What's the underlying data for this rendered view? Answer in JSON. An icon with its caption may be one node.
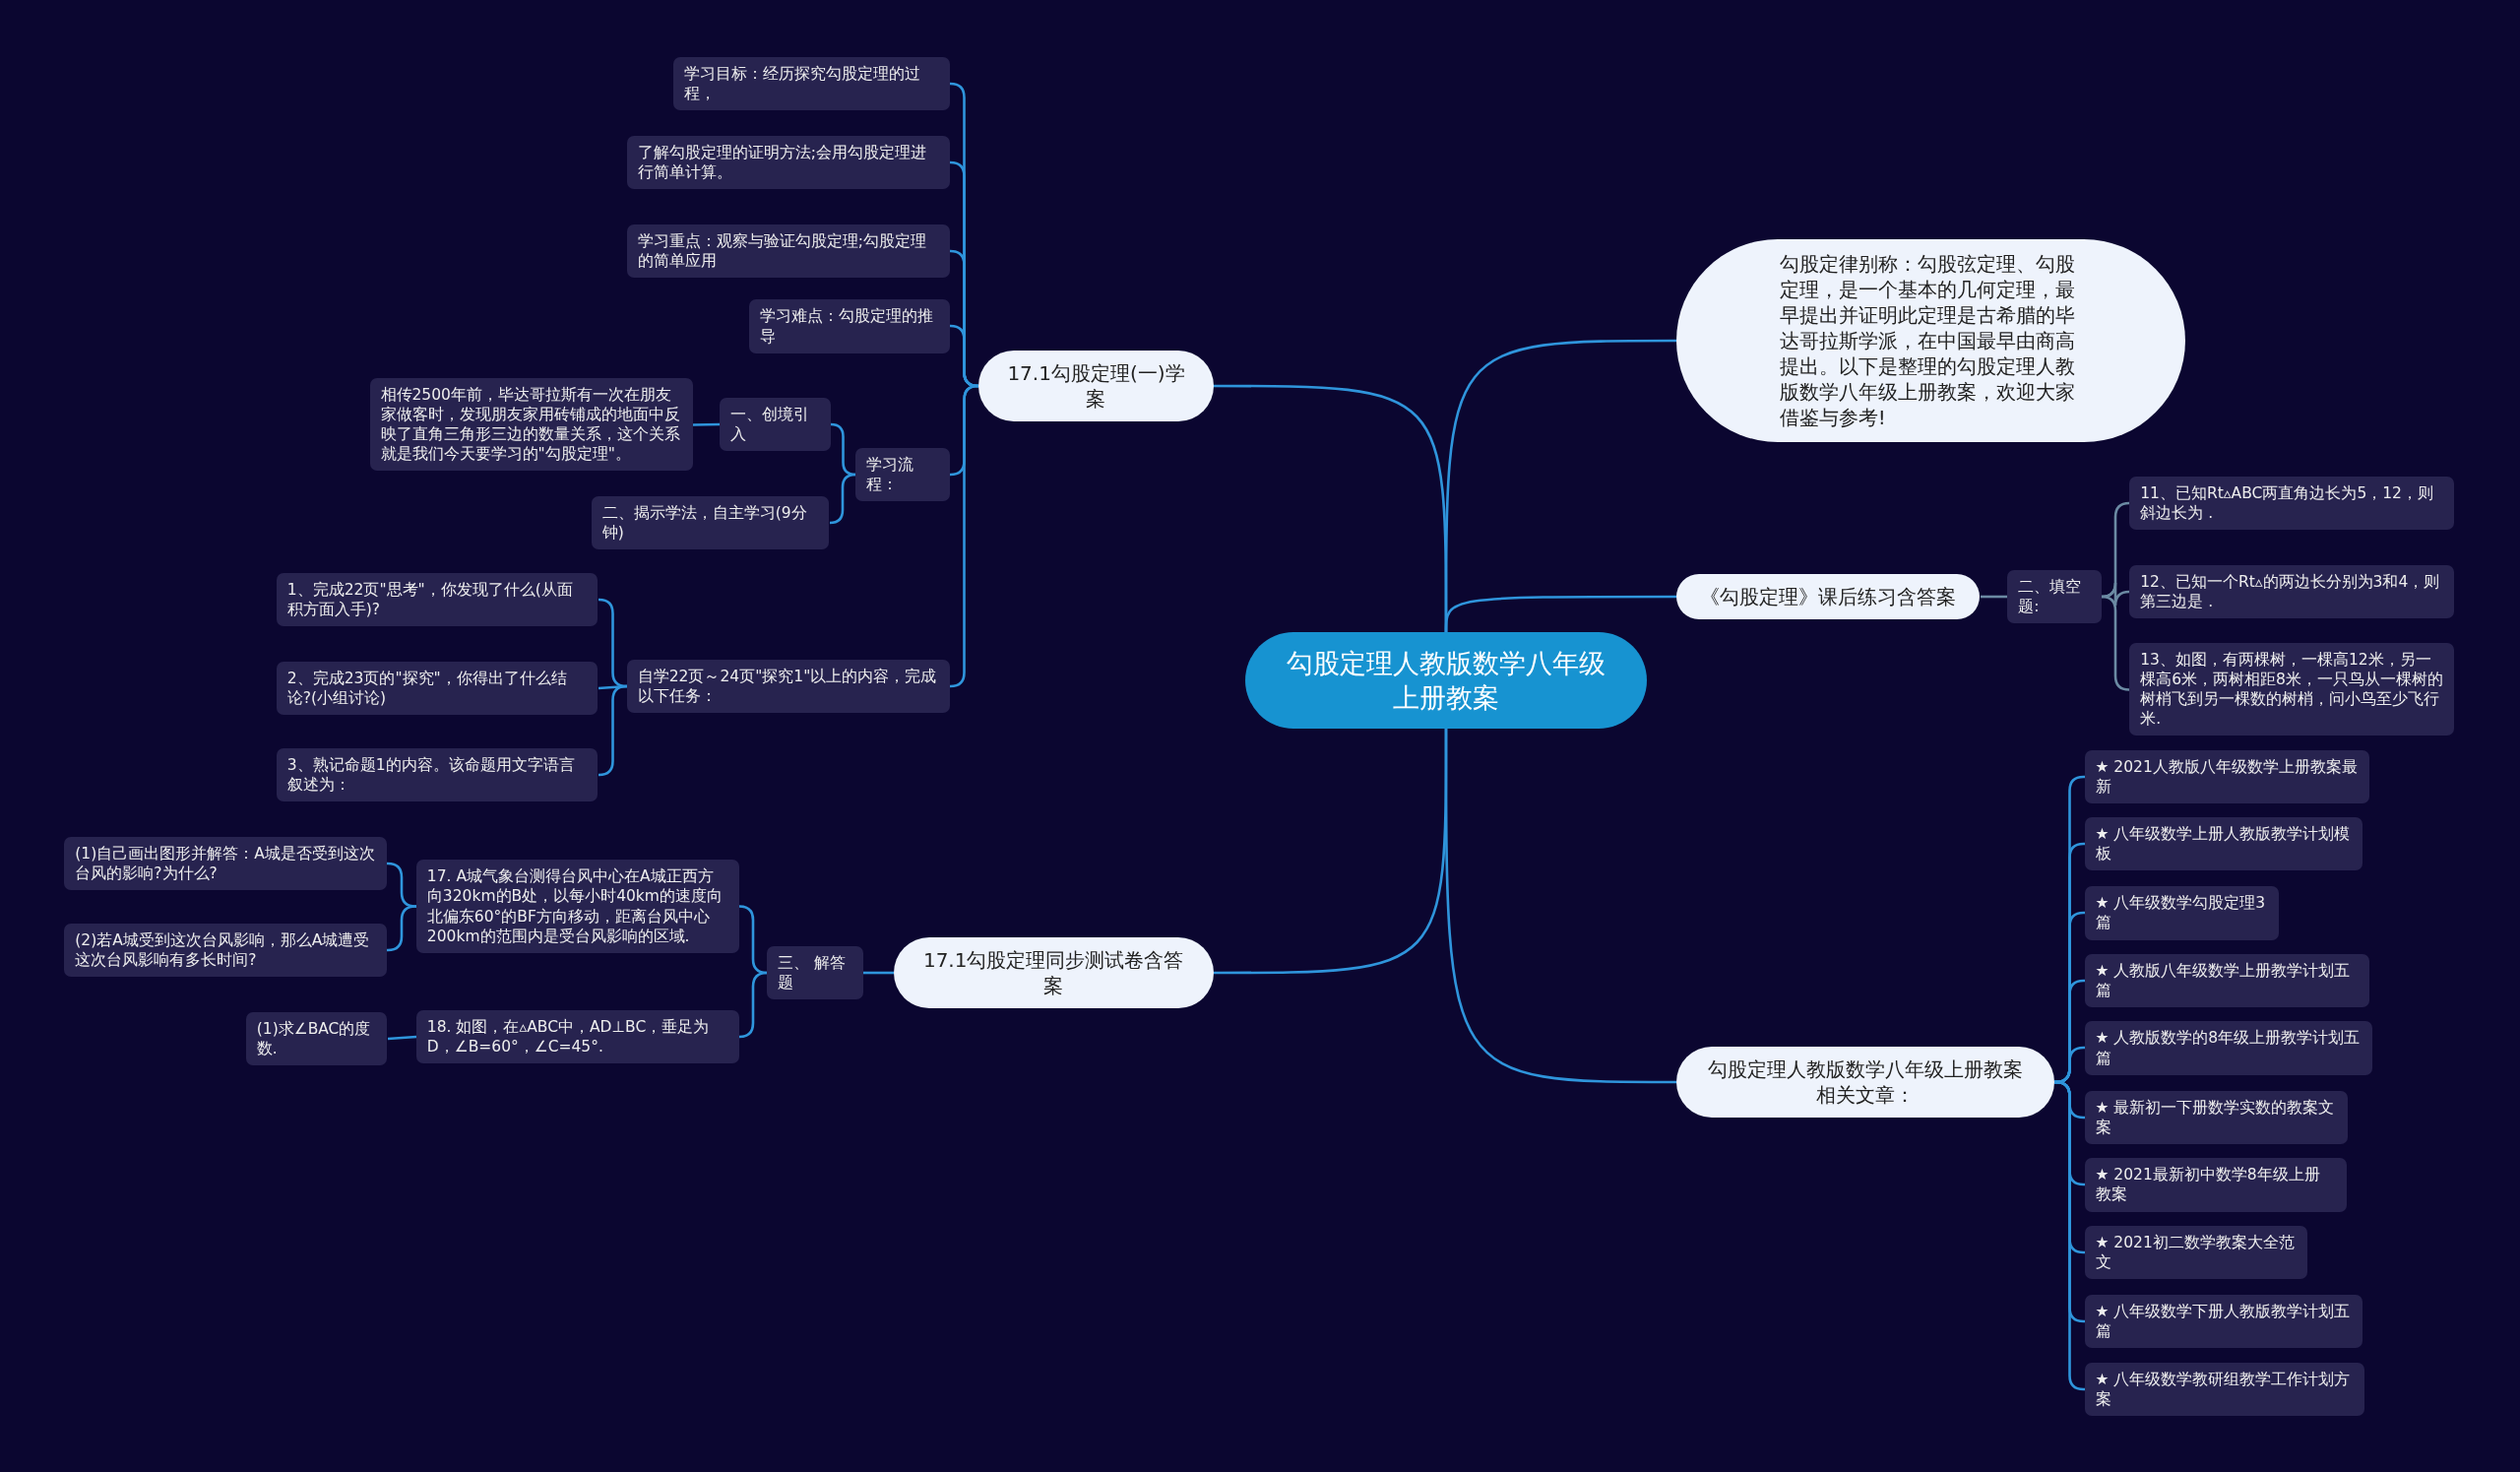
{
  "diagram": {
    "nodes": [
      {
        "text": [
          "勾股定理人教版数学八年级上册教案"
        ]
      },
      {
        "text": [
          "17.1勾股定理(一)学案"
        ]
      },
      {
        "text": [
          "学习目标：经历探究勾股定理的过程，"
        ]
      },
      {
        "text": [
          "了解勾股定理的证明方法;会用勾股定理进行简单计算。"
        ]
      },
      {
        "text": [
          "学习重点：观察与验证勾股定理;勾股定理的简单应用"
        ]
      },
      {
        "text": [
          "学习难点：勾股定理的推导"
        ]
      },
      {
        "text": [
          "学习流程："
        ]
      },
      {
        "text": [
          "一、创境引入"
        ]
      },
      {
        "text": [
          "相传2500年前，毕达哥拉斯有一次在朋友家做客时，发现朋友家用砖铺成的地面中反映了直角三角形三边的数量关系，这个关系就是我们今天要学习的\"勾股定理\"。"
        ]
      },
      {
        "text": [
          "二、揭示学法，自主学习(9分钟)"
        ]
      },
      {
        "text": [
          "自学22页～24页\"探究1\"以上的内容，完成以下任务："
        ]
      },
      {
        "text": [
          "1、完成22页\"思考\"，你发现了什么(从面积方面入手)?"
        ]
      },
      {
        "text": [
          "2、完成23页的\"探究\"，你得出了什么结论?(小组讨论)"
        ]
      },
      {
        "text": [
          "3、熟记命题1的内容。该命题用文字语言叙述为："
        ]
      },
      {
        "text": [
          "17.1勾股定理同步测试卷含答案"
        ]
      },
      {
        "text": [
          "三、 解答题"
        ]
      },
      {
        "text": [
          "17. A城气象台测得台风中心在A城正西方向320km的B处，以每小时40km的速度向北偏东60°的BF方向移动，距离台风中心200km的范围内是受台风影响的区域."
        ]
      },
      {
        "text": [
          "(1)自己画出图形并解答：A城是否受到这次台风的影响?为什么?"
        ]
      },
      {
        "text": [
          "(2)若A城受到这次台风影响，那么A城遭受这次台风影响有多长时间?"
        ]
      },
      {
        "text": [
          "18. 如图，在▵ABC中，AD⊥BC，垂足为D，∠B=60°，∠C=45°."
        ]
      },
      {
        "text": [
          "(1)求∠BAC的度数."
        ]
      },
      {
        "text": [
          "勾股定律别称：勾股弦定理、勾股定理，是一个基本的几何定理，最早提出并证明此定理是古希腊的毕达哥拉斯学派，在中国最早由商高提出。以下是整理的勾股定理人教版数学八年级上册教案，欢迎大家借鉴与参考!"
        ]
      },
      {
        "text": [
          "《勾股定理》课后练习含答案"
        ]
      },
      {
        "text": [
          "二、填空题:"
        ]
      },
      {
        "text": [
          "11、已知Rt▵ABC两直角边长为5，12，则斜边长为 ."
        ]
      },
      {
        "text": [
          "12、已知一个Rt▵的两边长分别为3和4，则第三边是 ."
        ]
      },
      {
        "text": [
          "13、如图，有两棵树，一棵高12米，另一棵高6米，两树相距8米，一只鸟从一棵树的树梢飞到另一棵数的树梢，问小鸟至少飞行米."
        ]
      },
      {
        "text": [
          "勾股定理人教版数学八年级上册教案相关文章："
        ]
      },
      {
        "text": [
          "★ 2021人教版八年级数学上册教案最新"
        ]
      },
      {
        "text": [
          "★ 八年级数学上册人教版教学计划模板"
        ]
      },
      {
        "text": [
          "★ 八年级数学勾股定理3篇"
        ]
      },
      {
        "text": [
          "★ 人教版八年级数学上册教学计划五篇"
        ]
      },
      {
        "text": [
          "★ 人教版数学的8年级上册教学计划五篇"
        ]
      },
      {
        "text": [
          "★ 最新初一下册数学实数的教案文案"
        ]
      },
      {
        "text": [
          "★ 2021最新初中数学8年级上册教案"
        ]
      },
      {
        "text": [
          "★ 2021初二数学教案大全范文"
        ]
      },
      {
        "text": [
          "★ 八年级数学下册人教版教学计划五篇"
        ]
      },
      {
        "text": [
          "★ 八年级数学教研组教学工作计划方案"
        ]
      }
    ],
    "edges": [
      {
        "from": 0,
        "to": 1,
        "arrow": "none"
      },
      {
        "from": 1,
        "to": 2,
        "arrow": "none"
      },
      {
        "from": 1,
        "to": 3,
        "arrow": "none"
      },
      {
        "from": 1,
        "to": 4,
        "arrow": "none"
      },
      {
        "from": 1,
        "to": 5,
        "arrow": "none"
      },
      {
        "from": 1,
        "to": 6,
        "arrow": "none"
      },
      {
        "from": 6,
        "to": 7,
        "arrow": "none"
      },
      {
        "from": 7,
        "to": 8,
        "arrow": "none"
      },
      {
        "from": 6,
        "to": 9,
        "arrow": "none"
      },
      {
        "from": 1,
        "to": 10,
        "arrow": "none"
      },
      {
        "from": 10,
        "to": 11,
        "arrow": "none"
      },
      {
        "from": 10,
        "to": 12,
        "arrow": "none"
      },
      {
        "from": 10,
        "to": 13,
        "arrow": "none"
      },
      {
        "from": 0,
        "to": 14,
        "arrow": "none"
      },
      {
        "from": 14,
        "to": 15,
        "arrow": "none"
      },
      {
        "from": 15,
        "to": 16,
        "arrow": "none"
      },
      {
        "from": 16,
        "to": 17,
        "arrow": "none"
      },
      {
        "from": 16,
        "to": 18,
        "arrow": "none"
      },
      {
        "from": 15,
        "to": 19,
        "arrow": "none"
      },
      {
        "from": 19,
        "to": 20,
        "arrow": "none"
      },
      {
        "from": 0,
        "to": 21,
        "arrow": "none"
      },
      {
        "from": 0,
        "to": 22,
        "arrow": "none"
      },
      {
        "from": 22,
        "to": 23,
        "arrow": "none",
        "color": "#6b8aa3"
      },
      {
        "from": 23,
        "to": 24,
        "arrow": "none",
        "color": "#6b8aa3"
      },
      {
        "from": 23,
        "to": 25,
        "arrow": "none",
        "color": "#6b8aa3"
      },
      {
        "from": 23,
        "to": 26,
        "arrow": "none",
        "color": "#6b8aa3"
      },
      {
        "from": 0,
        "to": 27,
        "arrow": "none"
      },
      {
        "from": 27,
        "to": 28,
        "arrow": "none"
      },
      {
        "from": 27,
        "to": 29,
        "arrow": "none"
      },
      {
        "from": 27,
        "to": 30,
        "arrow": "none"
      },
      {
        "from": 27,
        "to": 31,
        "arrow": "none"
      },
      {
        "from": 27,
        "to": 32,
        "arrow": "none"
      },
      {
        "from": 27,
        "to": 33,
        "arrow": "none"
      },
      {
        "from": 27,
        "to": 34,
        "arrow": "none"
      },
      {
        "from": 27,
        "to": 35,
        "arrow": "none"
      },
      {
        "from": 27,
        "to": 36,
        "arrow": "none"
      },
      {
        "from": 27,
        "to": 37,
        "arrow": "none"
      }
    ]
  }
}
